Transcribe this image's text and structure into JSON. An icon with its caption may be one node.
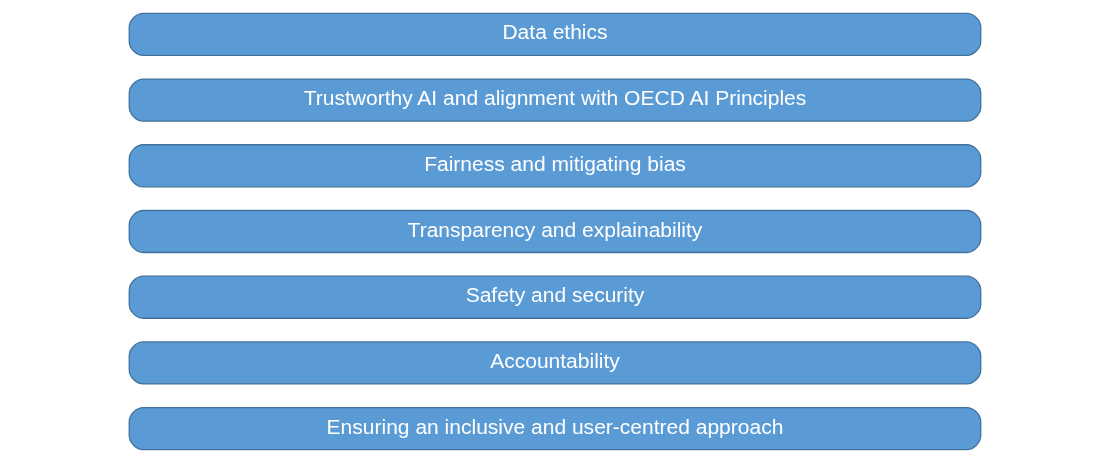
{
  "diagram": {
    "nodes": [
      {
        "text": [
          "Data ethics"
        ]
      },
      {
        "text": [
          "Trustworthy AI and alignment with OECD AI Principles"
        ]
      },
      {
        "text": [
          "Fairness and mitigating bias"
        ]
      },
      {
        "text": [
          "Transparency and explainability"
        ]
      },
      {
        "text": [
          "Safety and security"
        ]
      },
      {
        "text": [
          "Accountability"
        ]
      },
      {
        "text": [
          "Ensuring an inclusive and user-centred approach"
        ]
      }
    ],
    "edges": []
  }
}
